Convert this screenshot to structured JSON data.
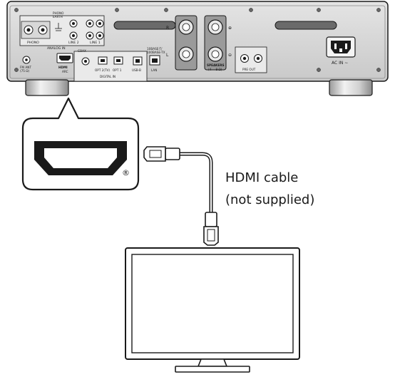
{
  "device": {
    "analog_in_label": "ANALOG IN",
    "phono_label": "PHONO",
    "phono_earth_label": "PHONO\nEARTH",
    "line1_label": "LINE 1",
    "line2_label": "LINE 2",
    "fm_ant_label": "FM ANT\n(75 Ω)",
    "hdmi_label": "HDMI",
    "hdmi_arc_label": "ARC",
    "coax_label": "COAX",
    "opt2_label": "OPT 2(TV)",
    "opt1_label": "OPT 1",
    "usb_label": "USB-B",
    "digital_in_label": "DIGITAL IN",
    "lan_speed_label": "10BASE-T/\n100BASE-TX",
    "lan_label": "LAN",
    "speakers_label": "SPEAKERS",
    "speakers_impedance_label": "(4 − 8 Ω)",
    "pre_out_label": "PRE OUT",
    "ac_in_label": "AC IN ∼",
    "plus_mark": "⊕",
    "minus_mark": "⊖",
    "right_mark": "R",
    "left_mark": "L"
  },
  "callout": {
    "registered_mark": "®"
  },
  "cable": {
    "label_line1": "HDMI cable",
    "label_line2": "(not supplied)"
  },
  "colors": {
    "outline": "#1a1a1a",
    "chassis": "#d9d9d9",
    "chassis_dark": "#a6a6a6",
    "feet": "#c8c8c8"
  }
}
